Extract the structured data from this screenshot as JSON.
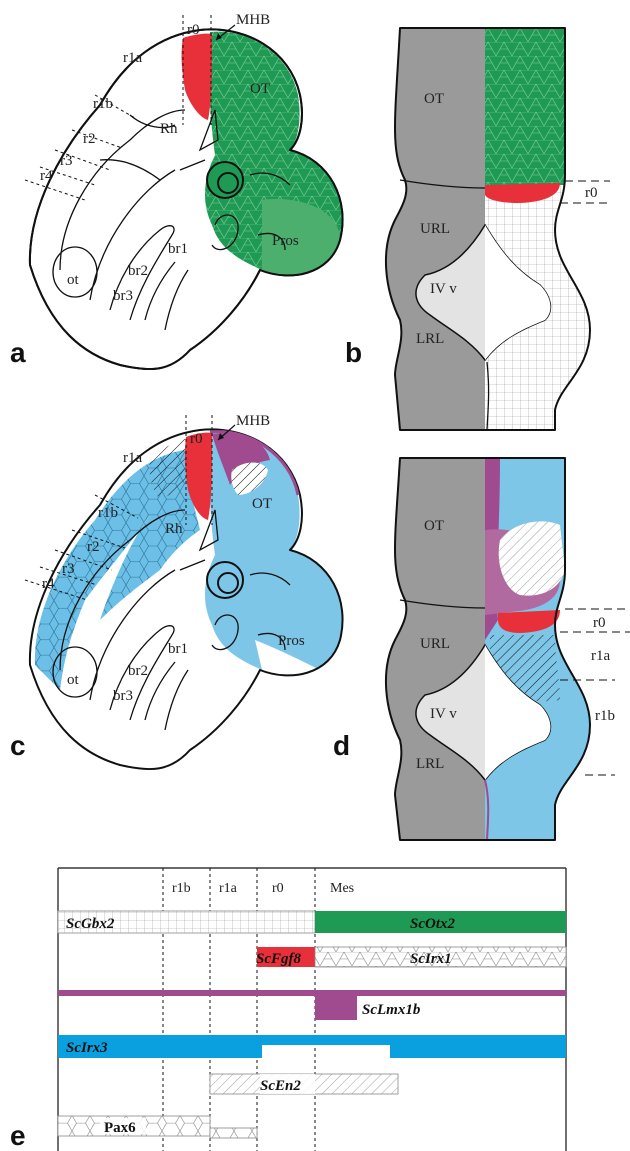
{
  "panels": {
    "a": {
      "letter": "a",
      "labels": {
        "r0": "r0",
        "mhb": "MHB",
        "r1a": "r1a",
        "r1b": "r1b",
        "r2": "r2",
        "r3": "r3",
        "r4": "r4",
        "rh": "Rh",
        "ot_tectum": "OT",
        "ot_vesicle": "ot",
        "br1": "br1",
        "br2": "br2",
        "br3": "br3",
        "pros": "Pros"
      }
    },
    "b": {
      "letter": "b",
      "labels": {
        "ot": "OT",
        "r0": "r0",
        "url": "URL",
        "ivv": "IV v",
        "lrl": "LRL"
      }
    },
    "c": {
      "letter": "c",
      "labels": {
        "r0": "r0",
        "mhb": "MHB",
        "r1a": "r1a",
        "r1b": "r1b",
        "r2": "r2",
        "r3": "r3",
        "r4": "r4",
        "rh": "Rh",
        "ot_tectum": "OT",
        "ot_vesicle": "ot",
        "br1": "br1",
        "br2": "br2",
        "br3": "br3",
        "pros": "Pros"
      }
    },
    "d": {
      "letter": "d",
      "labels": {
        "ot": "OT",
        "r0": "r0",
        "r1a": "r1a",
        "r1b": "r1b",
        "url": "URL",
        "ivv": "IV v",
        "lrl": "LRL"
      }
    },
    "e": {
      "letter": "e",
      "columns": [
        "r1b",
        "r1a",
        "r0",
        "Mes"
      ],
      "genes": {
        "gbx2": "ScGbx2",
        "otx2": "ScOtx2",
        "fgf8": "ScFgf8",
        "irx1": "ScIrx1",
        "lmx1b": "ScLmx1b",
        "irx3": "ScIrx3",
        "en2": "ScEn2",
        "pax6": "Pax6"
      }
    }
  },
  "colors": {
    "green": "#1f9a54",
    "light_green": "#4caf6e",
    "red": "#e8303a",
    "blue": "#7ec6e8",
    "bright_blue": "#0aa0e0",
    "purple": "#a04a90",
    "dark_gray": "#9a9a9a",
    "light_gray": "#e3e3e3"
  }
}
